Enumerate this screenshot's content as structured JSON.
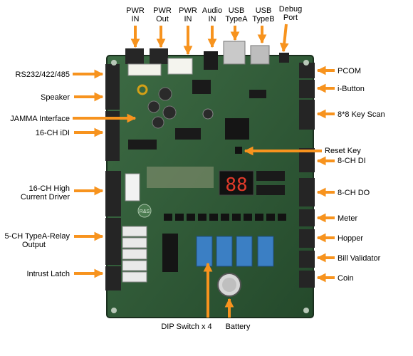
{
  "colors": {
    "arrow": "#f7931e",
    "pcb": "#2f5a36",
    "pcb_dark": "#1c3a22",
    "connector": "#2b2b2b",
    "dip": "#3b7fc4",
    "text": "#000000"
  },
  "labels": {
    "pwr_in_1": [
      "PWR",
      "IN"
    ],
    "pwr_out": [
      "PWR",
      "Out"
    ],
    "pwr_in_2": [
      "PWR",
      "IN"
    ],
    "audio_in": [
      "Audio",
      "IN"
    ],
    "usb_a": [
      "USB",
      "TypeA"
    ],
    "usb_b": [
      "USB",
      "TypeB"
    ],
    "debug": [
      "Debug",
      "Port"
    ],
    "rs232": "RS232/422/485",
    "speaker": "Speaker",
    "jamma": "JAMMA Interface",
    "di16": "16-CH iDI",
    "hcd": [
      "16-CH High",
      "Current Driver"
    ],
    "relay": [
      "5-CH TypeA-Relay",
      "Output"
    ],
    "intrust": "Intrust Latch",
    "pcom": "PCOM",
    "ibutton": "i-Button",
    "keyscan": "8*8 Key Scan",
    "reset": "Reset Key",
    "di8": "8-CH DI",
    "do8": "8-CH DO",
    "meter": "Meter",
    "hopper": "Hopper",
    "bill": "Bill Validator",
    "coin": "Coin",
    "dip_switch": "DIP Switch x 4",
    "battery": "Battery"
  },
  "board": {
    "display_digits": "88",
    "logo": "R&S"
  }
}
